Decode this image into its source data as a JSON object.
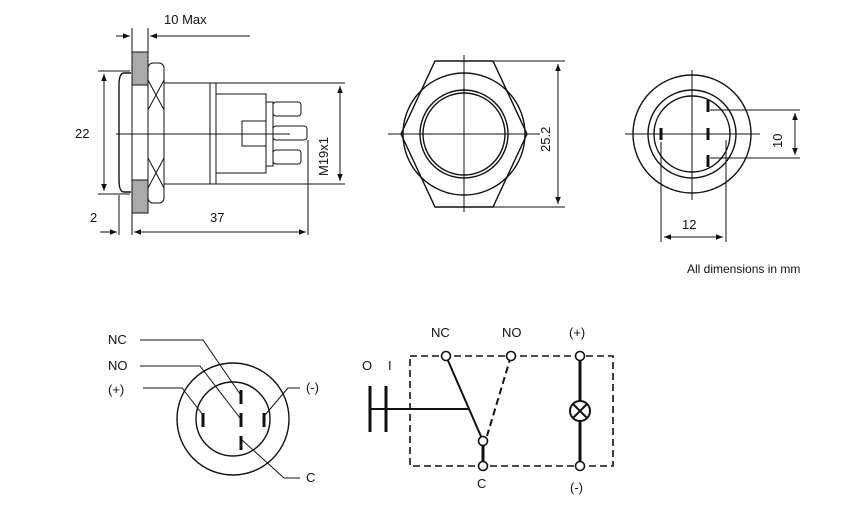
{
  "dimensions": {
    "depth_max": "10 Max",
    "bezel_diameter": "22",
    "bezel_thickness": "2",
    "length": "37",
    "thread": "M19x1",
    "nut_across_corners": "25.2",
    "terminal_height": "10",
    "terminal_width": "12",
    "note": "All dimensions in mm"
  },
  "pinout": {
    "nc": "NC",
    "no": "NO",
    "plus": "(+)",
    "minus": "(-)",
    "c": "C"
  },
  "schematic": {
    "off": "O",
    "on": "I",
    "nc": "NC",
    "no": "NO",
    "plus": "(+)",
    "c": "C",
    "minus": "(-)"
  }
}
